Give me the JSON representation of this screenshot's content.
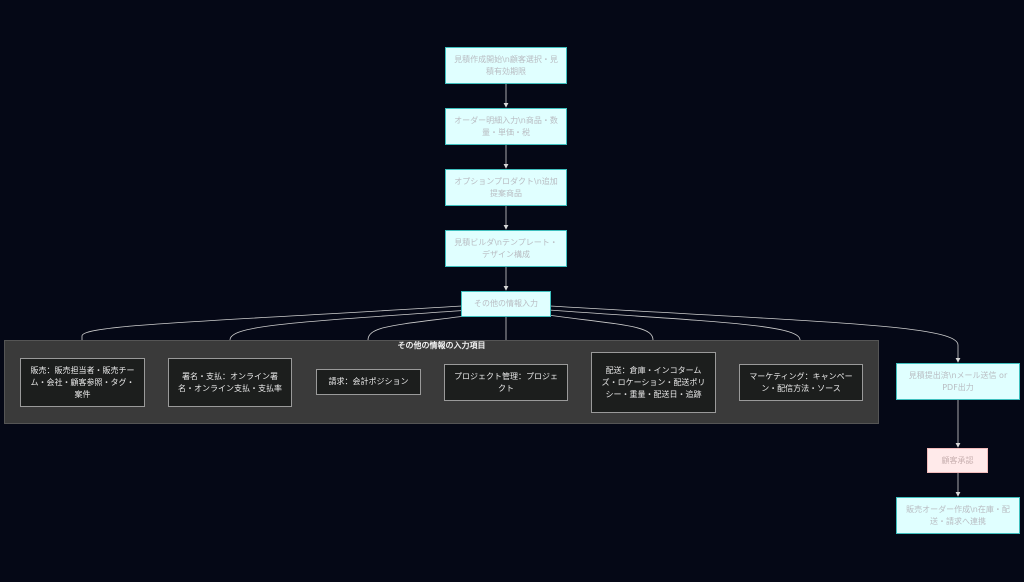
{
  "diagram": {
    "nodes": {
      "start": "見積作成開始\\n顧客選択・見積有効期限",
      "lines": "オーダー明細入力\\n商品・数量・単価・税",
      "options": "オプションプロダクト\\n追加提案商品",
      "builder": "見積ビルダ\\nテンプレート・デザイン構成",
      "other": "その他の情報入力",
      "send": "見積提出済\\nメール送信 or PDF出力",
      "approve": "顧客承認",
      "order": "販売オーダー作成\\n在庫・配送・請求へ連携"
    },
    "group": {
      "title": "その他の情報の入力項目",
      "items": {
        "sales": "販売：販売担当者・販売チーム・会社・顧客参照・タグ・案件",
        "sign": "署名・支払：オンライン署名・オンライン支払・支払率",
        "invoice": "請求：会計ポジション",
        "project": "プロジェクト管理：プロジェクト",
        "delivery": "配送：倉庫・インコタームズ・ロケーション・配送ポリシー・重量・配送日・追跡",
        "marketing": "マーケティング：キャンペーン・配信方法・ソース"
      }
    }
  }
}
